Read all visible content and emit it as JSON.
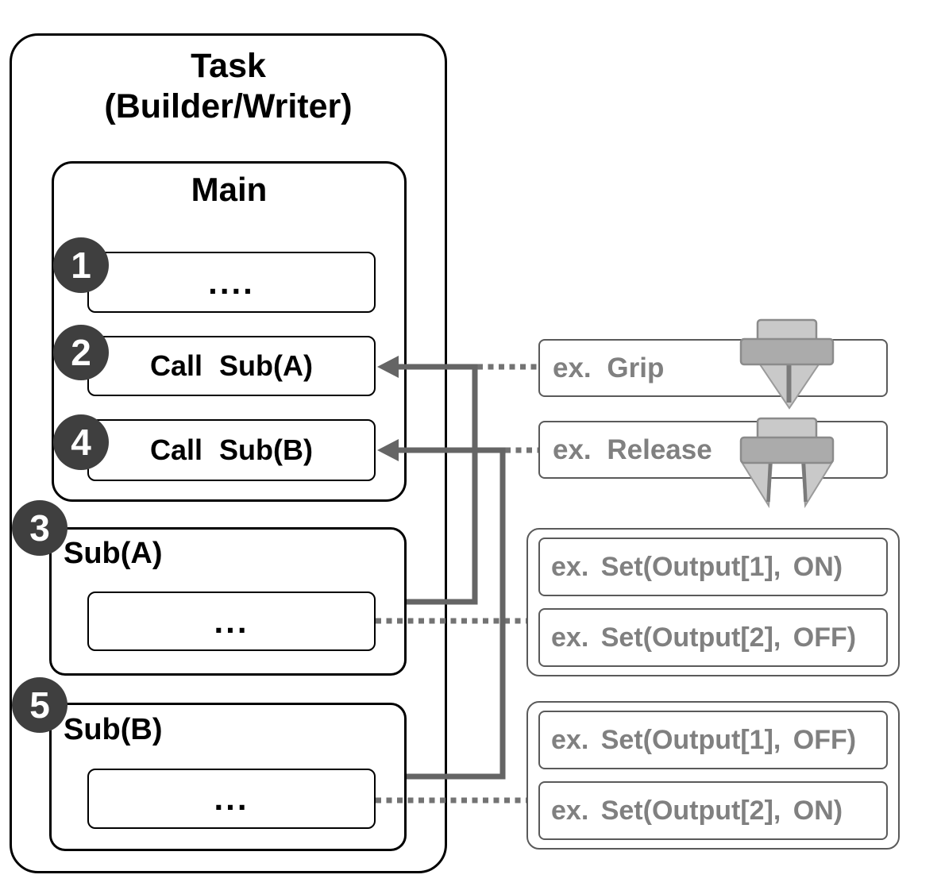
{
  "task": {
    "title_line1": "Task",
    "title_line2": "(Builder/Writer)",
    "main": {
      "title": "Main",
      "blocks": [
        {
          "badge": "1",
          "label": "...."
        },
        {
          "badge": "2",
          "label": "Call Sub(A)"
        },
        {
          "badge": "4",
          "label": "Call Sub(B)"
        }
      ]
    },
    "subs": [
      {
        "badge": "3",
        "title": "Sub(A)",
        "block_label": "..."
      },
      {
        "badge": "5",
        "title": "Sub(B)",
        "block_label": "..."
      }
    ]
  },
  "examples": {
    "grip": {
      "label": "ex. Grip",
      "icon": "gripper-closed-icon"
    },
    "release": {
      "label": "ex. Release",
      "icon": "gripper-open-icon"
    },
    "sub_a_outputs": [
      "ex. Set(Output[1], ON)",
      "ex. Set(Output[2], OFF)"
    ],
    "sub_b_outputs": [
      "ex. Set(Output[1], OFF)",
      "ex. Set(Output[2], ON)"
    ]
  },
  "colors": {
    "outline_black": "#000000",
    "badge_bg": "#3f3f3f",
    "badge_text": "#ffffff",
    "example_border": "#5a5a5a",
    "example_text": "#808080",
    "connector_solid": "#656565",
    "connector_dotted": "#737373",
    "gripper_light": "#c9c9c9",
    "gripper_dark": "#ababab"
  }
}
